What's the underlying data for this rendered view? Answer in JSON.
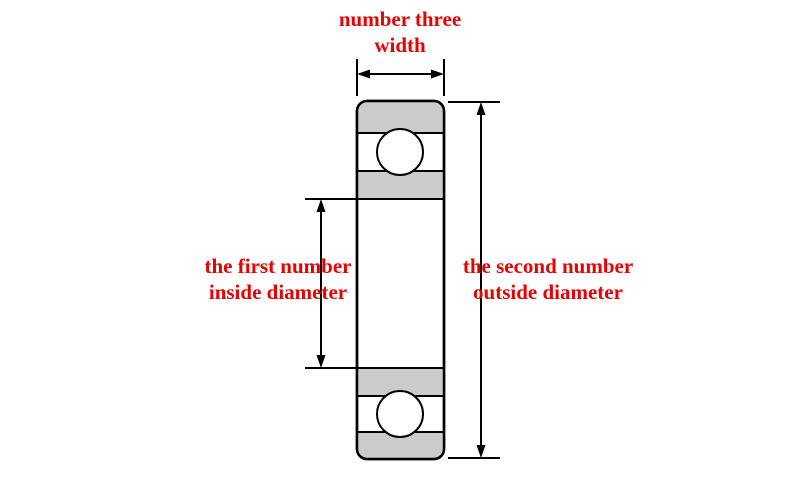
{
  "diagram": {
    "labels": {
      "width": {
        "line1": "number three",
        "line2": "width"
      },
      "inside_diameter": {
        "line1": "the first number",
        "line2": "inside diameter"
      },
      "outside_diameter": {
        "line1": "the second number",
        "line2": "outside diameter"
      }
    },
    "colors": {
      "annotation_text": "#e60000",
      "bearing_race_fill": "#cbcbcb",
      "line": "#000000",
      "background": "#ffffff"
    }
  }
}
